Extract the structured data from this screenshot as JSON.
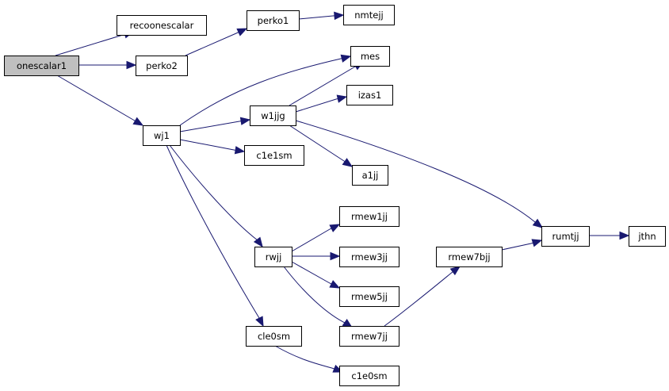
{
  "graph": {
    "colors": {
      "edge": "#191970",
      "root_fill": "#bfbfbf",
      "node_fill": "#ffffff",
      "border": "#000000"
    },
    "nodes": [
      {
        "id": "onescalar1",
        "label": "onescalar1",
        "root": true
      },
      {
        "id": "recoonescalar",
        "label": "recoonescalar"
      },
      {
        "id": "perko2",
        "label": "perko2"
      },
      {
        "id": "perko1",
        "label": "perko1"
      },
      {
        "id": "nmtejj",
        "label": "nmtejj"
      },
      {
        "id": "mes",
        "label": "mes"
      },
      {
        "id": "izas1",
        "label": "izas1"
      },
      {
        "id": "wj1",
        "label": "wj1"
      },
      {
        "id": "w1jjg",
        "label": "w1jjg"
      },
      {
        "id": "c1e1sm",
        "label": "c1e1sm"
      },
      {
        "id": "a1jj",
        "label": "a1jj"
      },
      {
        "id": "rmew1jj",
        "label": "rmew1jj"
      },
      {
        "id": "rwjj",
        "label": "rwjj"
      },
      {
        "id": "rmew3jj",
        "label": "rmew3jj"
      },
      {
        "id": "rmew7bjj",
        "label": "rmew7bjj"
      },
      {
        "id": "rumtjj",
        "label": "rumtjj"
      },
      {
        "id": "jthn",
        "label": "jthn"
      },
      {
        "id": "rmew5jj",
        "label": "rmew5jj"
      },
      {
        "id": "rmew7jj",
        "label": "rmew7jj"
      },
      {
        "id": "cle0sm",
        "label": "cle0sm"
      },
      {
        "id": "c1e0sm",
        "label": "c1e0sm"
      }
    ],
    "edges": [
      {
        "from": "onescalar1",
        "to": "recoonescalar"
      },
      {
        "from": "onescalar1",
        "to": "perko2"
      },
      {
        "from": "onescalar1",
        "to": "wj1"
      },
      {
        "from": "perko2",
        "to": "perko1"
      },
      {
        "from": "perko1",
        "to": "nmtejj"
      },
      {
        "from": "wj1",
        "to": "mes"
      },
      {
        "from": "wj1",
        "to": "w1jjg"
      },
      {
        "from": "wj1",
        "to": "c1e1sm"
      },
      {
        "from": "wj1",
        "to": "rwjj"
      },
      {
        "from": "wj1",
        "to": "cle0sm"
      },
      {
        "from": "w1jjg",
        "to": "mes"
      },
      {
        "from": "w1jjg",
        "to": "izas1"
      },
      {
        "from": "w1jjg",
        "to": "a1jj"
      },
      {
        "from": "w1jjg",
        "to": "rumtjj"
      },
      {
        "from": "rwjj",
        "to": "rmew1jj"
      },
      {
        "from": "rwjj",
        "to": "rmew3jj"
      },
      {
        "from": "rwjj",
        "to": "rmew5jj"
      },
      {
        "from": "rwjj",
        "to": "rmew7jj"
      },
      {
        "from": "rmew7jj",
        "to": "rmew7bjj"
      },
      {
        "from": "rmew7bjj",
        "to": "rumtjj"
      },
      {
        "from": "rumtjj",
        "to": "jthn"
      },
      {
        "from": "cle0sm",
        "to": "c1e0sm"
      }
    ]
  }
}
